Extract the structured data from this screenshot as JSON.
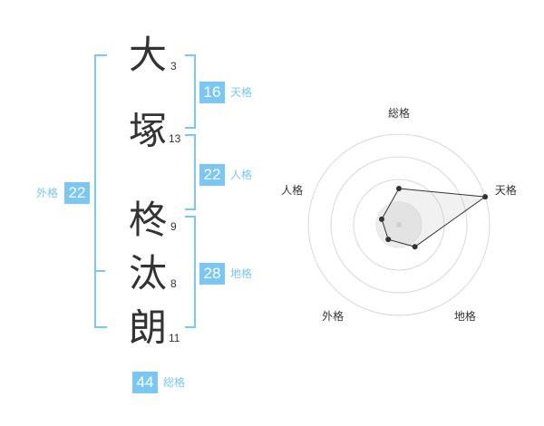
{
  "name_chars": [
    {
      "char": "大",
      "strokes": "3"
    },
    {
      "char": "塚",
      "strokes": "13"
    },
    {
      "char": "柊",
      "strokes": "9"
    },
    {
      "char": "汰",
      "strokes": "8"
    },
    {
      "char": "朗",
      "strokes": "11"
    }
  ],
  "fortunes": {
    "tenkaku": {
      "value": "16",
      "label": "天格"
    },
    "jinkaku": {
      "value": "22",
      "label": "人格"
    },
    "chikaku": {
      "value": "28",
      "label": "地格"
    },
    "gaikaku": {
      "value": "22",
      "label": "外格"
    },
    "soukaku": {
      "value": "44",
      "label": "総格"
    }
  },
  "accent_color": "#7ac7f4",
  "chart_data": {
    "type": "radar",
    "axes": [
      "総格",
      "天格",
      "地格",
      "外格",
      "人格"
    ],
    "values": [
      2,
      5,
      1.5,
      1,
      1
    ],
    "rmax": 5,
    "rings": 4,
    "grid": true
  }
}
